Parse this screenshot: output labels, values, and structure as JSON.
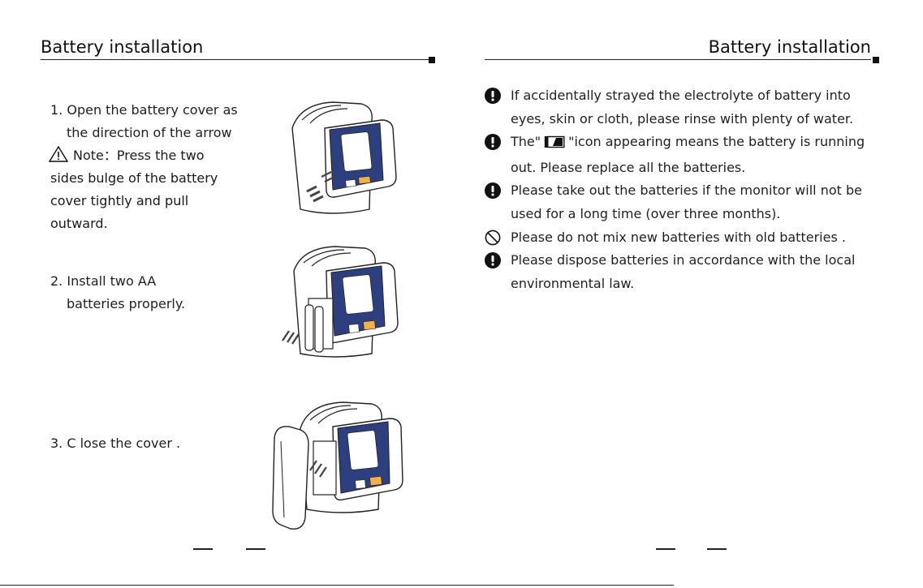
{
  "left_page": {
    "title": "Battery installation",
    "step1_line1": "1. Open the battery cover as",
    "step1_line2": "the direction of the arrow",
    "note_label": "Note：Press the two",
    "note_line2": "sides bulge of the battery",
    "note_line3": "cover tightly and pull",
    "note_line4": "outward.",
    "step2_line1": "2. Install two AA",
    "step2_line2": "batteries properly.",
    "step3": "3. C lose the cover ."
  },
  "right_page": {
    "title": "Battery installation",
    "items": [
      {
        "icon": "exclamation-icon",
        "line1": "If accidentally strayed the electrolyte of battery into",
        "line2": "eyes, skin or cloth, please rinse with plenty of water."
      },
      {
        "icon": "exclamation-icon",
        "pre": "The\"",
        "post": "\"icon appearing means the battery is running",
        "line2": "out. Please replace all the batteries."
      },
      {
        "icon": "exclamation-icon",
        "line1": "Please take out the batteries if the monitor will not be",
        "line2": "used for a long time (over three months)."
      },
      {
        "icon": "prohibited-icon",
        "line1": "Please do not mix new batteries with old batteries ."
      },
      {
        "icon": "exclamation-icon",
        "line1": "Please dispose batteries in accordance with the local",
        "line2": "environmental law."
      }
    ]
  },
  "colors": {
    "device_screen": "#2e3f7f",
    "button_accent": "#f0b04a",
    "text": "#1f1f1f"
  }
}
